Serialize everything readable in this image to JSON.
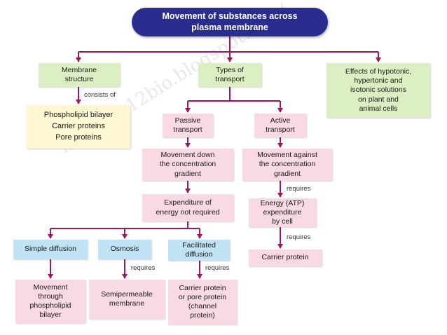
{
  "title": "Movement of substances across\nplasma membrane",
  "colors": {
    "title_bg": "#2a2d8f",
    "arrow": "#a0165e",
    "green": "#dcefc2",
    "pink": "#f9d9e2",
    "yellow": "#fdf6d2",
    "blue": "#bfe3f5"
  },
  "nodes": {
    "membrane_structure": "Membrane\nstructure",
    "types_of_transport": "Types of\ntransport",
    "effects": "Effects of hypotonic,\nhypertonic and\nisotonic solutions\non plant and\nanimal cells",
    "components": "Phospholipid bilayer\nCarrier proteins\nPore proteins",
    "passive_transport": "Passive\ntransport",
    "active_transport": "Active\ntransport",
    "move_down": "Movement down\nthe concentration\ngradient",
    "move_against": "Movement against\nthe concentration\ngradient",
    "energy_not_required": "Expenditure of\nenergy not required",
    "energy_atp": "Energy (ATP)\nexpenditure\nby cell",
    "carrier_protein_active": "Carrier protein",
    "simple_diffusion": "Simple diffusion",
    "osmosis": "Osmosis",
    "facilitated_diffusion": "Facilitated\ndiffusion",
    "through_bilayer": "Movement\nthrough\nphospholipid\nbilayer",
    "semipermeable": "Semipermeable\nmembrane",
    "carrier_or_pore": "Carrier protein\nor pore protein\n(channel\nprotein)"
  },
  "edge_labels": {
    "consists_of": "consists of",
    "requires_active_1": "requires",
    "requires_active_2": "requires",
    "requires_osmosis": "requires",
    "requires_facilitated": "requires"
  },
  "watermark": "http://ck12bio.blogspot.com/"
}
